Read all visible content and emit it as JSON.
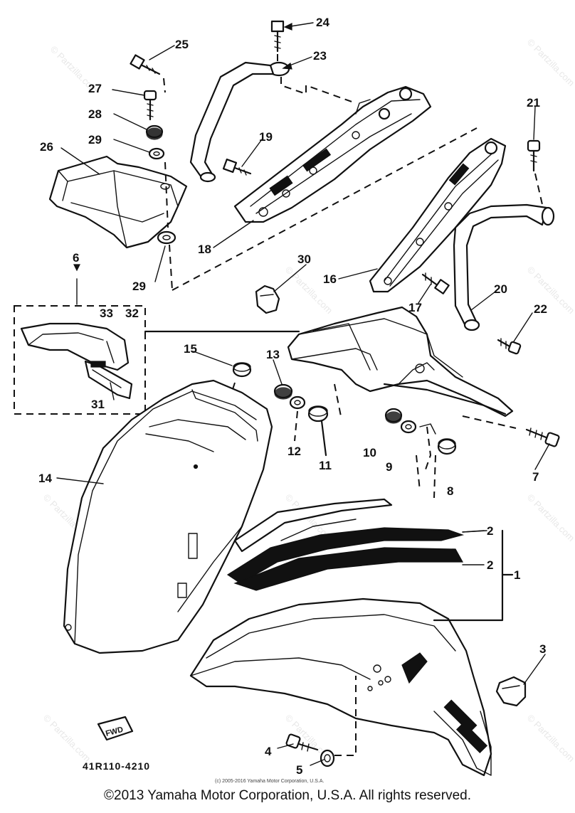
{
  "callouts": {
    "n1": "1",
    "n2a": "2",
    "n2b": "2",
    "n3": "3",
    "n4": "4",
    "n5": "5",
    "n6": "6",
    "n7": "7",
    "n8": "8",
    "n9": "9",
    "n10": "10",
    "n11": "11",
    "n12": "12",
    "n13": "13",
    "n14": "14",
    "n15": "15",
    "n16": "16",
    "n17": "17",
    "n18": "18",
    "n19": "19",
    "n20": "20",
    "n21": "21",
    "n22": "22",
    "n23": "23",
    "n24": "24",
    "n25": "25",
    "n26": "26",
    "n27": "27",
    "n28": "28",
    "n29a": "29",
    "n29b": "29",
    "n30": "30",
    "n31": "31",
    "n32": "32",
    "n33": "33"
  },
  "part_code": "41R110-4210",
  "fwd_label": "FWD",
  "small_copyright": "(c) 2005-2016 Yamaha Motor Corporation, U.S.A.",
  "watermark": "© Partzilla.com",
  "copyright": "©2013 Yamaha Motor Corporation, U.S.A. All rights reserved."
}
